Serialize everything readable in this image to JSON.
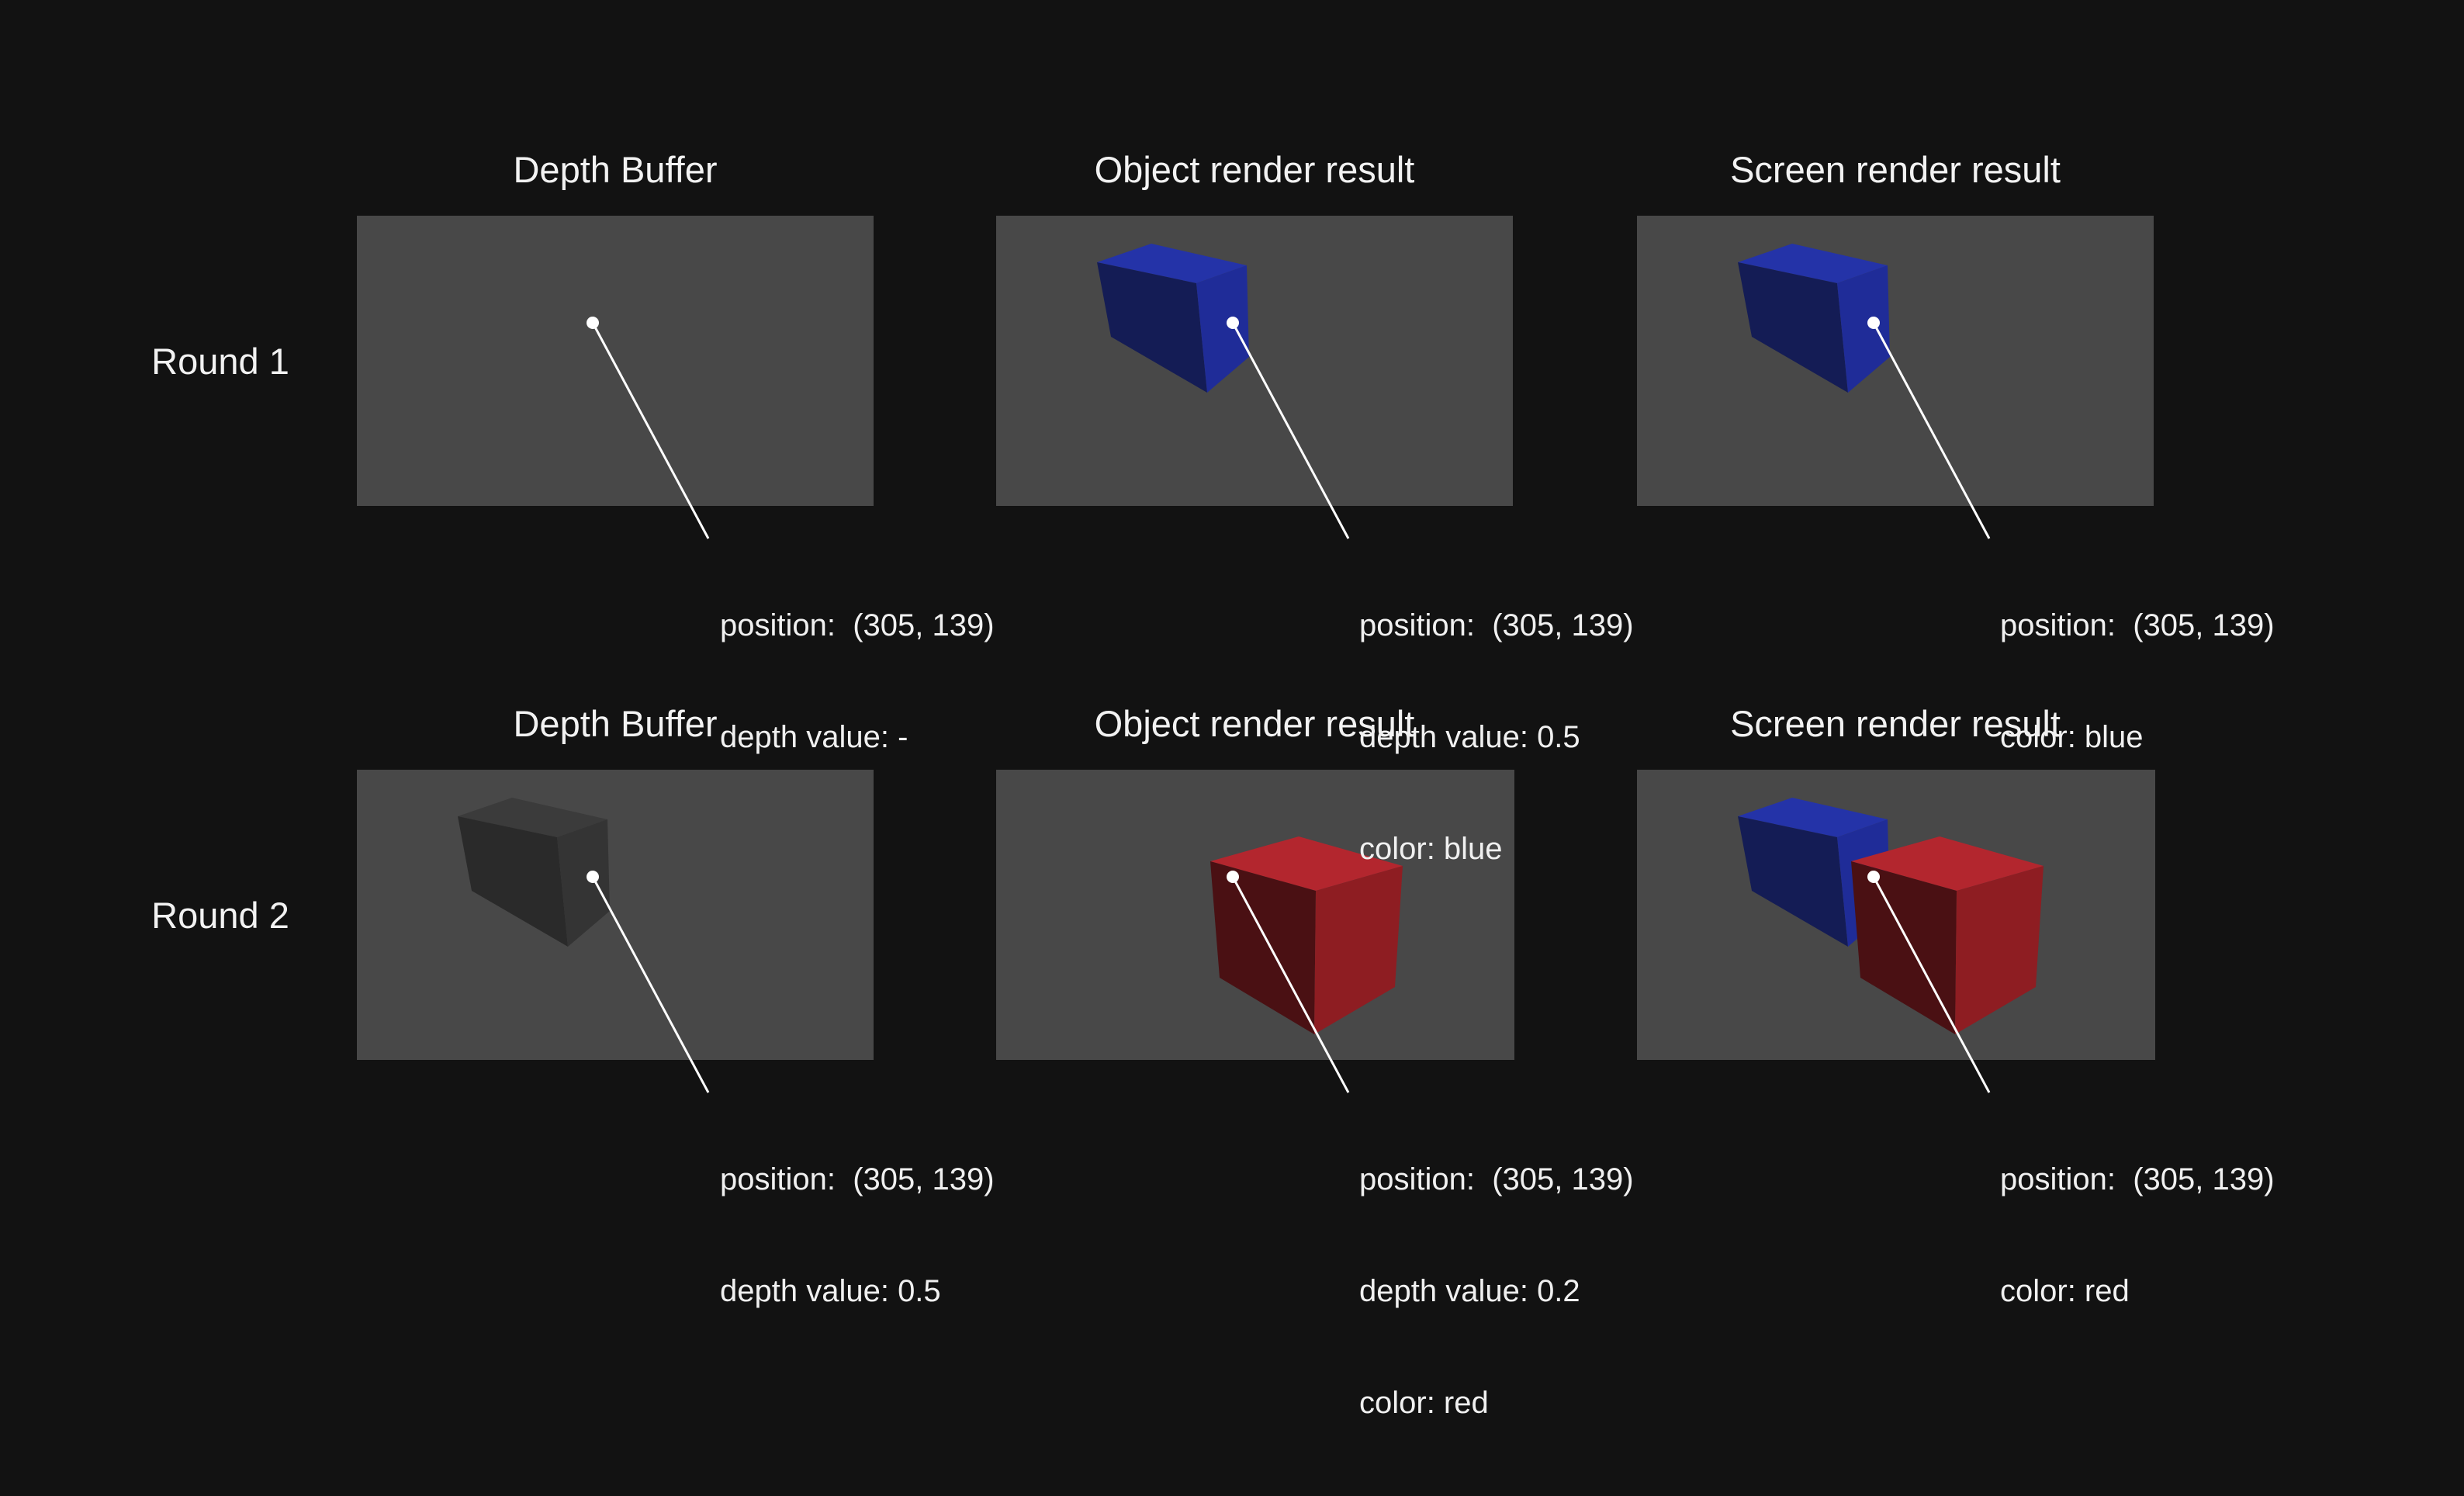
{
  "rounds": [
    {
      "label": "Round 1",
      "panels": [
        {
          "title": "Depth Buffer",
          "info": {
            "position": "position:  (305, 139)",
            "depth": "depth value: -",
            "color": ""
          }
        },
        {
          "title": "Object render result",
          "info": {
            "position": "position:  (305, 139)",
            "depth": "depth value: 0.5",
            "color": "color: blue"
          }
        },
        {
          "title": "Screen render result",
          "info": {
            "position": "position:  (305, 139)",
            "depth": "",
            "color": "color: blue"
          }
        }
      ]
    },
    {
      "label": "Round 2",
      "panels": [
        {
          "title": "Depth Buffer",
          "info": {
            "position": "position:  (305, 139)",
            "depth": "depth value: 0.5",
            "color": ""
          }
        },
        {
          "title": "Object render result",
          "info": {
            "position": "position:  (305, 139)",
            "depth": "depth value: 0.2",
            "color": "color: red"
          }
        },
        {
          "title": "Screen render result",
          "info": {
            "position": "position:  (305, 139)",
            "depth": "",
            "color": "color: red"
          }
        }
      ]
    }
  ],
  "colors": {
    "background": "#121212",
    "panel": "#484848",
    "blue_cube": [
      "#2433a8",
      "#1b2780",
      "#141c55"
    ],
    "red_cube": [
      "#b3262e",
      "#8e1d22",
      "#4a1013"
    ],
    "gray_cube": [
      "#3b3b3b",
      "#343434",
      "#2a2a2a"
    ]
  }
}
